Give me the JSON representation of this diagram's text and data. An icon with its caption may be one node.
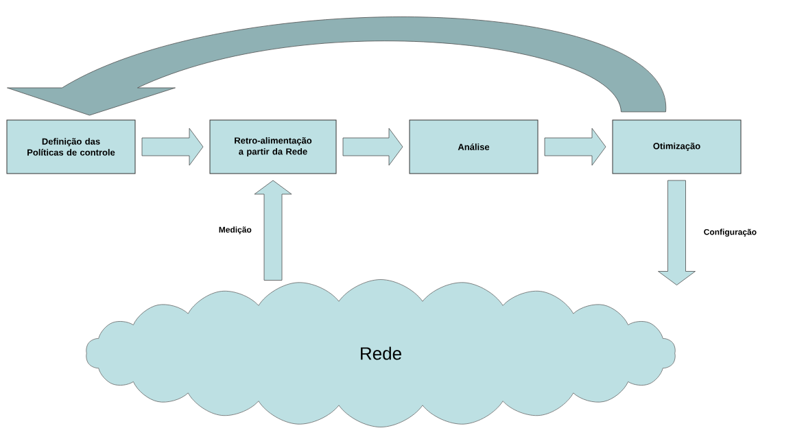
{
  "diagram": {
    "nodes": [
      {
        "text": [
          "Definição das Políticas de controle"
        ]
      },
      {
        "text": [
          "Retro-alimentação a partir da Rede"
        ]
      },
      {
        "text": [
          "Análise"
        ]
      },
      {
        "text": [
          "Otimização"
        ]
      },
      {
        "text": [
          "Rede"
        ]
      }
    ],
    "edges": [
      {
        "from": 0,
        "to": 1,
        "arrow": "to"
      },
      {
        "from": 1,
        "to": 2,
        "arrow": "to"
      },
      {
        "from": 2,
        "to": 3,
        "arrow": "to"
      },
      {
        "from": 4,
        "to": 1,
        "arrow": "to",
        "label": "Medição"
      },
      {
        "from": 3,
        "to": 4,
        "arrow": "to",
        "label": "Configuração"
      },
      {
        "from": 3,
        "to": 0,
        "arrow": "to",
        "color": "#8fb1b4"
      }
    ]
  }
}
